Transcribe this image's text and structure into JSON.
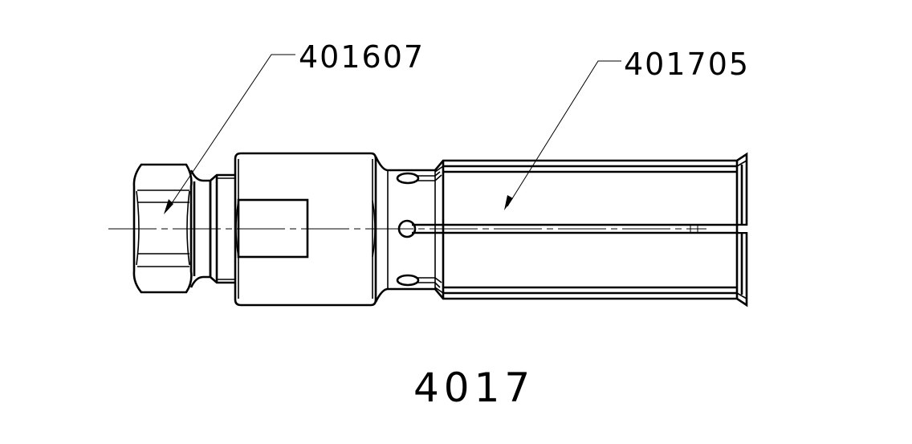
{
  "drawing": {
    "assembly_number": "4017",
    "callouts": [
      {
        "part_number": "401607",
        "target": "hex-nut-fitting"
      },
      {
        "part_number": "401705",
        "target": "slotted-collet-sleeve"
      }
    ],
    "line_color": "#000000",
    "background_color": "#ffffff"
  }
}
